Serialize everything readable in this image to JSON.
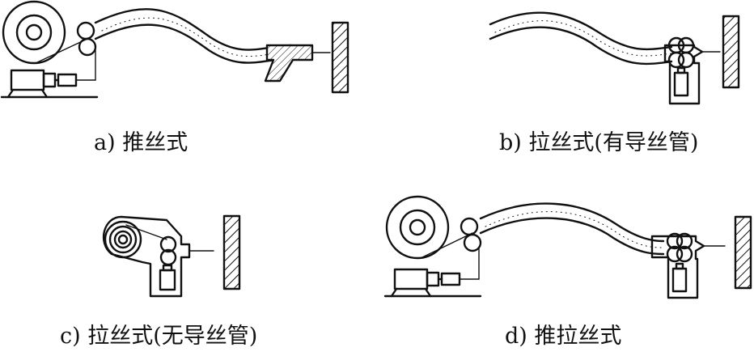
{
  "captions": {
    "a": "a) 推丝式",
    "b": "b) 拉丝式(有导丝管)",
    "c": "c) 拉丝式(无导丝管)",
    "d": "d) 推拉丝式"
  },
  "colors": {
    "ink": "#111111",
    "background": "#ffffff"
  }
}
